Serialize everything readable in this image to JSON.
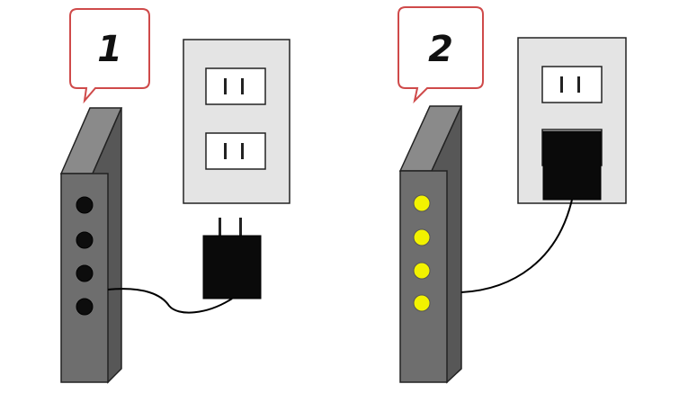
{
  "steps": [
    {
      "label": "1",
      "router_leds": "off",
      "adapter": "unplugged"
    },
    {
      "label": "2",
      "router_leds": "on",
      "adapter": "plugged-in"
    }
  ],
  "colors": {
    "bubble_border": "#cf4a4a",
    "router_body": "#6e6e6e",
    "router_side": "#575757",
    "led_off": "#0d0d0d",
    "led_on": "#f2f200",
    "outlet_plate": "#e4e4e4",
    "adapter": "#0a0a0a",
    "cable": "#000000"
  },
  "icons": [
    "speech-bubble",
    "router-icon",
    "wall-outlet-icon",
    "power-adapter-icon",
    "cable"
  ]
}
